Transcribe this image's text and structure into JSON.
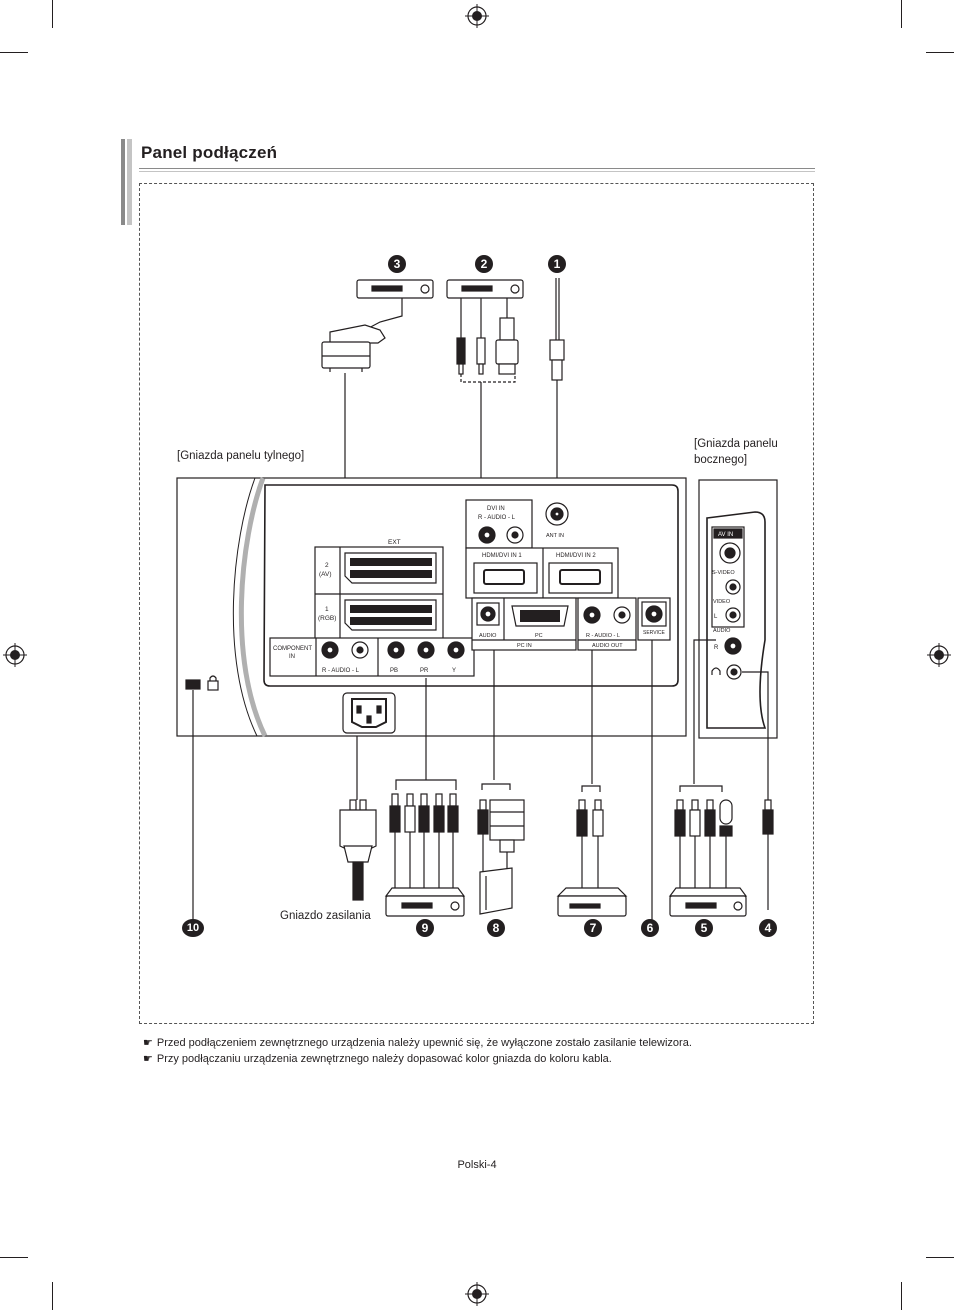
{
  "title": "Panel podłączeń",
  "labels": {
    "rear_panel": "[Gniazda panelu tylnego]",
    "side_panel": "[Gniazda panelu bocznego]",
    "power_socket": "Gniazdo zasilania"
  },
  "panel_text": {
    "ext": "EXT",
    "ext2_line1": "2",
    "ext2_line2": "(AV)",
    "ext1_line1": "1",
    "ext1_line2": "(RGB)",
    "component_line1": "COMPONENT",
    "component_line2": "IN",
    "component_audio": "R - AUDIO - L",
    "pb": "PB",
    "pr": "PR",
    "y": "Y",
    "dvi_in": "DVI IN",
    "dvi_audio": "R - AUDIO - L",
    "ant_in": "ANT IN",
    "hdmi1": "HDMI/DVI IN 1",
    "hdmi2": "HDMI/DVI IN 2",
    "audio": "AUDIO",
    "pc": "PC",
    "pc_in": "PC IN",
    "audio_out_rl": "R - AUDIO - L",
    "audio_out": "AUDIO OUT",
    "service": "SERVICE",
    "av_in": "AV IN",
    "s_video": "S-VIDEO",
    "video": "VIDEO",
    "side_audio": "AUDIO",
    "side_l": "L",
    "side_r": "R"
  },
  "numbers": [
    "1",
    "2",
    "3",
    "4",
    "5",
    "6",
    "7",
    "8",
    "9",
    "10"
  ],
  "notes": [
    "Przed podłączeniem zewnętrznego urządzenia należy upewnić się, że wyłączone zostało zasilanie telewizora.",
    "Przy podłączaniu urządzenia zewnętrznego należy dopasować kolor gniazda do koloru kabla."
  ],
  "note_icon": "pointing-hand-icon",
  "page_number": "Polski-4"
}
